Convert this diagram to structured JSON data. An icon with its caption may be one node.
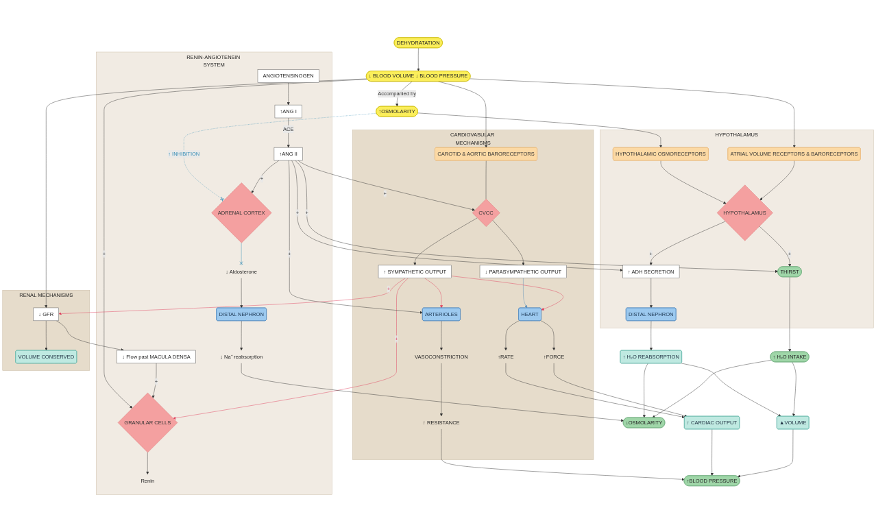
{
  "diagram": {
    "nodes": [
      {
        "text": [
          "DEHYDRATATION"
        ]
      },
      {
        "text": [
          "↓ BLOOD VOLUME ↓ BLOOD PRESSURE"
        ]
      },
      {
        "text": [
          "↑OSMOLARITY"
        ]
      },
      {
        "text": [
          "CARDIOVASULAR MECHANISMS"
        ]
      },
      {
        "text": [
          "CAROTID & AORTIC BARORECEPTORS"
        ],
        "in": 3
      },
      {
        "text": [
          "CVCC"
        ],
        "in": 3
      },
      {
        "text": [
          "↓ PARASYMPATHETIC OUTPUT"
        ],
        "in": 3
      },
      {
        "text": [
          "↑ SYMPATHETIC OUTPUT"
        ],
        "in": 3
      },
      {
        "text": [
          "HEART"
        ],
        "in": 3
      },
      {
        "text": [
          "ARTERIOLES"
        ],
        "in": 3
      },
      {
        "text": [
          "↑RATE"
        ],
        "in": 3
      },
      {
        "text": [
          "↑FORCE"
        ],
        "in": 3
      },
      {
        "text": [
          "VASOCONSTRICTION"
        ],
        "in": 3
      },
      {
        "text": [
          "↑ RESISTANCE"
        ],
        "in": 3
      },
      {
        "text": [
          "RENIN-ANGIOTENSIN SYSTEM"
        ]
      },
      {
        "text": [
          "GRANULAR CELLS"
        ],
        "in": 14
      },
      {
        "text": [
          "↓ Flow past MACULA DENSA"
        ],
        "in": 14
      },
      {
        "text": [
          "Renin"
        ],
        "in": 14
      },
      {
        "text": [
          "ANGIOTENSINOGEN"
        ],
        "in": 14
      },
      {
        "text": [
          "↑ANG I"
        ],
        "in": 14
      },
      {
        "text": [
          "↑ANG II"
        ],
        "in": 14
      },
      {
        "text": [
          "ADRENAL CORTEX"
        ],
        "in": 14
      },
      {
        "text": [
          "↓ Aldosterone"
        ],
        "in": 14
      },
      {
        "text": [
          "DISTAL NEPHRON"
        ],
        "in": 14
      },
      {
        "text": [
          "↓ Na⁺ reabsorption"
        ],
        "in": 14
      },
      {
        "text": [
          "RENAL MECHANISMS"
        ]
      },
      {
        "text": [
          "↓ GFR"
        ],
        "in": 25
      },
      {
        "text": [
          "VOLUME CONSERVED"
        ],
        "in": 25
      },
      {
        "text": [
          "HYPOTHALAMUS"
        ]
      },
      {
        "text": [
          "HYPOTHALAMIC OSMORECEPTORS"
        ],
        "in": 28
      },
      {
        "text": [
          "ATRIAL VOLUME RECEPTORS & BARORECEPTORS"
        ],
        "in": 28
      },
      {
        "text": [
          "HYPOTHALAMUS"
        ],
        "in": 28
      },
      {
        "text": [
          "↑ ADH SECRETION"
        ],
        "in": 28
      },
      {
        "text": [
          "THIRST"
        ],
        "in": 28
      },
      {
        "text": [
          "DISTAL NEPHRON"
        ],
        "in": 28
      },
      {
        "text": [
          "↑ CARDIAC OUTPUT"
        ]
      },
      {
        "text": [
          "↑BLOOD PRESSURE"
        ]
      },
      {
        "text": [
          "▲VOLUME"
        ]
      },
      {
        "text": [
          "↑ H₂O REABSORPTION"
        ]
      },
      {
        "text": [
          "↑ H₂O INTAKE"
        ]
      },
      {
        "text": [
          "↓OSMOLARITY"
        ]
      }
    ],
    "edges": [
      {
        "from": 0,
        "to": 1,
        "arrow": "to"
      },
      {
        "from": 1,
        "to": 2,
        "arrow": "to",
        "label": "Accompanied by"
      },
      {
        "from": 1,
        "to": 15,
        "arrow": "to",
        "label": "+"
      },
      {
        "from": 1,
        "to": 4,
        "arrow": "to"
      },
      {
        "from": 1,
        "to": 26,
        "arrow": "to"
      },
      {
        "from": 1,
        "to": 30,
        "arrow": "to"
      },
      {
        "from": 2,
        "to": 29,
        "arrow": "to"
      },
      {
        "from": 2,
        "to": 21,
        "arrow": "other",
        "label": "↑ INHIBITION",
        "style": "dashed",
        "color": "#3a8fb7"
      },
      {
        "from": 29,
        "to": 31,
        "arrow": "to"
      },
      {
        "from": 30,
        "to": 31,
        "arrow": "to"
      },
      {
        "from": 4,
        "to": 5,
        "arrow": "none"
      },
      {
        "from": 5,
        "to": 6,
        "arrow": "to"
      },
      {
        "from": 5,
        "to": 7,
        "arrow": "to"
      },
      {
        "from": 6,
        "to": 8,
        "arrow": "to",
        "color": "#5b8fb9"
      },
      {
        "from": 7,
        "to": 8,
        "arrow": "to",
        "color": "#e0405e"
      },
      {
        "from": 7,
        "to": 9,
        "arrow": "to",
        "color": "#e0405e"
      },
      {
        "from": 7,
        "to": 15,
        "arrow": "to",
        "label": "+",
        "color": "#e0405e"
      },
      {
        "from": 7,
        "to": 26,
        "arrow": "to",
        "label": "+",
        "color": "#e0405e"
      },
      {
        "from": 20,
        "to": 5,
        "arrow": "to",
        "label": "+"
      },
      {
        "from": 20,
        "to": 9,
        "arrow": "to",
        "label": "+"
      },
      {
        "from": 26,
        "to": 16,
        "arrow": "to"
      },
      {
        "from": 16,
        "to": 15,
        "arrow": "to",
        "label": "+"
      },
      {
        "from": 26,
        "to": 27,
        "arrow": "to"
      },
      {
        "from": 15,
        "to": 17,
        "arrow": "to"
      },
      {
        "from": 18,
        "to": 19,
        "arrow": "to"
      },
      {
        "from": 19,
        "to": 20,
        "arrow": "to",
        "label": "ACE"
      },
      {
        "from": 20,
        "to": 21,
        "arrow": "to",
        "label": "+"
      },
      {
        "from": 20,
        "to": 32,
        "arrow": "to",
        "label": "+"
      },
      {
        "from": 20,
        "to": 33,
        "arrow": "to",
        "label": "+"
      },
      {
        "from": 31,
        "to": 32,
        "arrow": "to",
        "label": "+"
      },
      {
        "from": 31,
        "to": 33,
        "arrow": "to",
        "label": "+"
      },
      {
        "from": 21,
        "to": 22,
        "arrow": "other",
        "color": "#3a8fb7"
      },
      {
        "from": 22,
        "to": 23,
        "arrow": "to"
      },
      {
        "from": 23,
        "to": 24,
        "arrow": "to"
      },
      {
        "from": 8,
        "to": 10,
        "arrow": "to"
      },
      {
        "from": 8,
        "to": 11,
        "arrow": "to"
      },
      {
        "from": 10,
        "to": 35,
        "arrow": "to"
      },
      {
        "from": 11,
        "to": 35,
        "arrow": "to"
      },
      {
        "from": 9,
        "to": 12,
        "arrow": "to"
      },
      {
        "from": 12,
        "to": 13,
        "arrow": "to"
      },
      {
        "from": 13,
        "to": 36,
        "arrow": "to"
      },
      {
        "from": 35,
        "to": 36,
        "arrow": "to"
      },
      {
        "from": 37,
        "to": 36,
        "arrow": "to"
      },
      {
        "from": 38,
        "to": 37,
        "arrow": "to"
      },
      {
        "from": 39,
        "to": 37,
        "arrow": "to"
      },
      {
        "from": 32,
        "to": 34,
        "arrow": "to"
      },
      {
        "from": 34,
        "to": 38,
        "arrow": "to"
      },
      {
        "from": 33,
        "to": 39,
        "arrow": "to"
      },
      {
        "from": 24,
        "to": 40,
        "arrow": "to"
      },
      {
        "from": 38,
        "to": 40,
        "arrow": "to"
      },
      {
        "from": 39,
        "to": 40,
        "arrow": "to"
      }
    ]
  }
}
